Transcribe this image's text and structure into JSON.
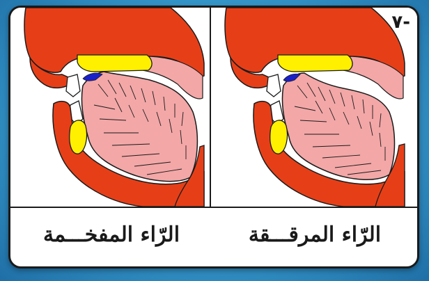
{
  "figure": {
    "number_label": "-٧",
    "panels": [
      {
        "label": "الرّاء المفخـــمة",
        "side": "left",
        "articulation": "heavy"
      },
      {
        "label": "الرّاء المرقـــقة",
        "side": "right",
        "articulation": "light"
      }
    ]
  },
  "colors": {
    "background": "#2c93c6",
    "flesh": "#e63f18",
    "tongue": "#f3a7a7",
    "palate": "#fff000",
    "contact": "#1a20c8",
    "outline": "#1a1a1a"
  }
}
